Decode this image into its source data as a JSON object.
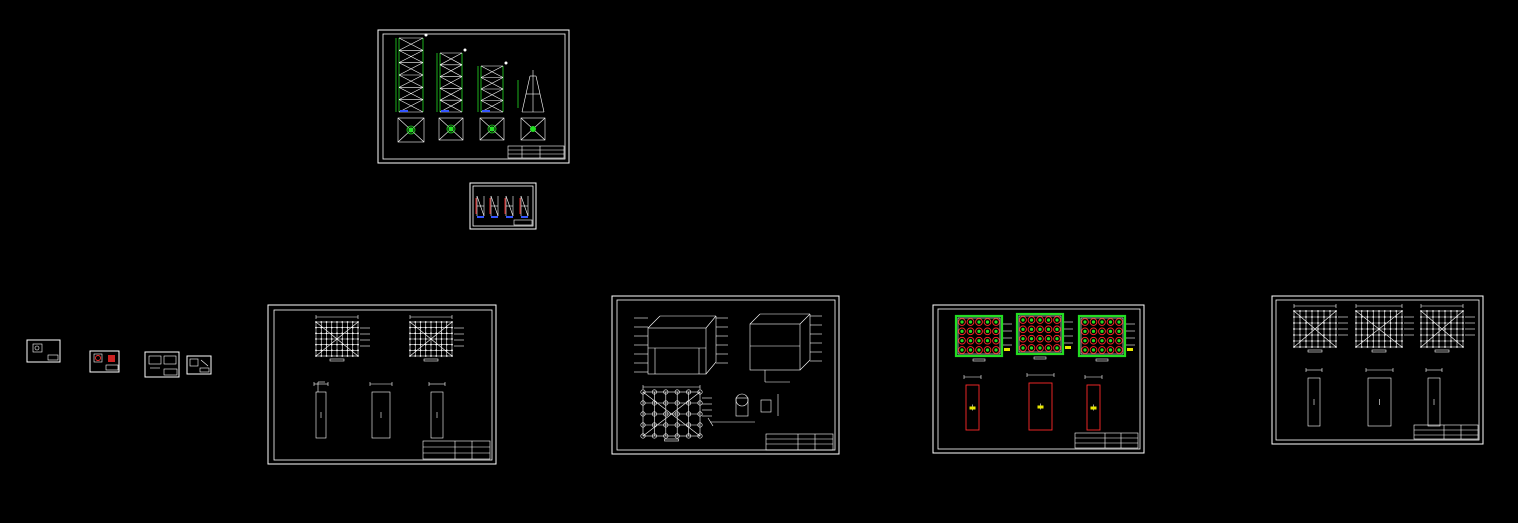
{
  "viewport": {
    "background": "#000000"
  },
  "colors": {
    "frame": "#ffffff",
    "rebar_green": "#22dd22",
    "rebar_red": "#ff2a2a",
    "label_yellow": "#e8e800",
    "dim_blue": "#3355ff"
  },
  "sheets": [
    {
      "id": "tower-elevations",
      "kind": "tower-elevations"
    },
    {
      "id": "tower-small",
      "kind": "tower-small"
    },
    {
      "id": "thumb-a",
      "kind": "thumb-a"
    },
    {
      "id": "thumb-b",
      "kind": "thumb-b"
    },
    {
      "id": "thumb-c",
      "kind": "thumb-c"
    },
    {
      "id": "thumb-d",
      "kind": "thumb-d"
    },
    {
      "id": "pile-cap-plan-1",
      "kind": "pile-cap"
    },
    {
      "id": "foundation-sections",
      "kind": "sections"
    },
    {
      "id": "pile-cap-plan-colored",
      "kind": "pile-cap-colored"
    },
    {
      "id": "pile-cap-plan-2",
      "kind": "pile-cap-3"
    }
  ]
}
